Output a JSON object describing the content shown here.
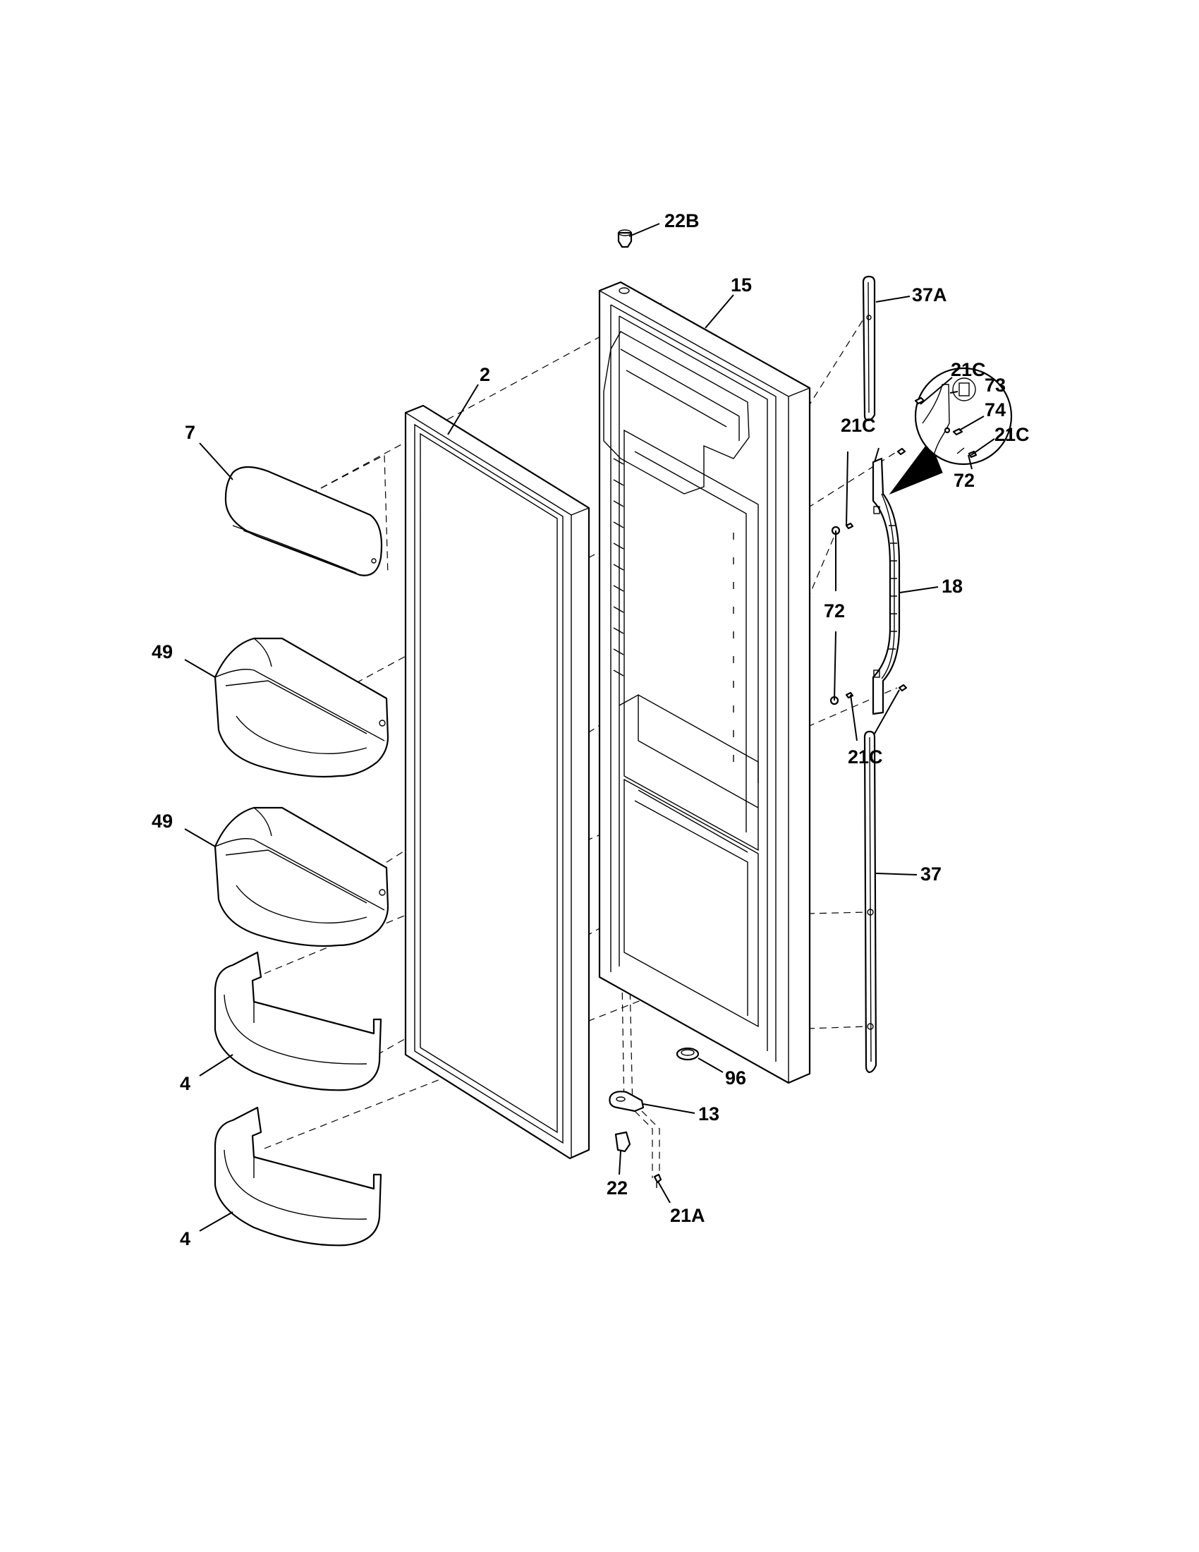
{
  "diagram": {
    "callouts": {
      "p22b": "22B",
      "p15": "15",
      "p37a": "37A",
      "p2": "2",
      "p7": "7",
      "p21c_inset_top": "21C",
      "p73": "73",
      "p74": "74",
      "p21c_inset_right": "21C",
      "p72_inset": "72",
      "p21c_upper": "21C",
      "p18": "18",
      "p72": "72",
      "p49_upper": "49",
      "p49_lower": "49",
      "p21c_lower": "21C",
      "p37": "37",
      "p4_upper": "4",
      "p96": "96",
      "p13": "13",
      "p22": "22",
      "p21a": "21A",
      "p4_lower": "4"
    },
    "colors": {
      "line": "#000000",
      "background": "#ffffff"
    }
  }
}
